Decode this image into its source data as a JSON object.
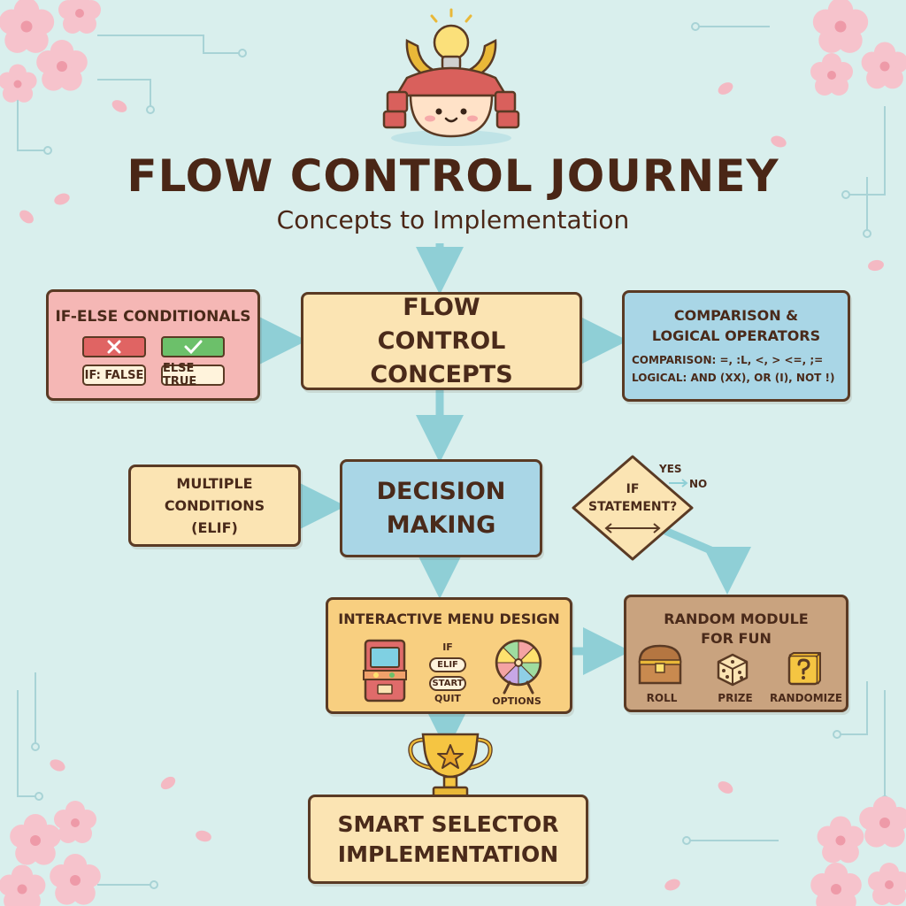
{
  "header": {
    "title": "FLOW CONTROL JOURNEY",
    "subtitle": "Concepts to Implementation"
  },
  "nodes": {
    "if_else": {
      "title": "IF-ELSE CONDITIONALS",
      "if_label": "IF: FALSE",
      "else_label": "ELSE TRUE"
    },
    "concepts": {
      "title": "FLOW CONTROL CONCEPTS"
    },
    "operators": {
      "title": "COMPARISON & LOGICAL OPERATORS",
      "comparison": "COMPARISON: =, :L, <, > <=, ;=",
      "logical": "LOGICAL: AND (XX), OR (I), NOT !)"
    },
    "multiple": {
      "title": "MULTIPLE CONDITIONS (ELIF)"
    },
    "decision": {
      "title": "DECISION MAKING"
    },
    "if_statement": {
      "label": "IF STATEMENT?",
      "yes": "YES",
      "no": "NO"
    },
    "menu": {
      "title": "INTERACTIVE MENU DESIGN",
      "items": [
        "IF",
        "ELIF",
        "START",
        "QUIT"
      ],
      "options_label": "OPTIONS"
    },
    "random": {
      "title": "RANDOM MODULE FOR FUN",
      "labels": [
        "ROLL",
        "PRIZE",
        "RANDOMIZE"
      ]
    },
    "smart": {
      "title": "SMART SELECTOR IMPLEMENTATION"
    }
  },
  "colors": {
    "background": "#d9efed",
    "arrow": "#8fcfd6",
    "outline": "#5a3a24",
    "cream": "#fbe4b3",
    "pink": "#f5b7b5",
    "blue": "#a9d6e6",
    "orange": "#f8cf80",
    "tan": "#c9a37f",
    "blossom": "#f6c3cc"
  },
  "icons": [
    "samurai-helmet-icon",
    "lightbulb-icon",
    "cross-icon",
    "check-icon",
    "arcade-cabinet-icon",
    "prize-wheel-icon",
    "treasure-chest-icon",
    "dice-icon",
    "question-block-icon",
    "trophy-icon",
    "cherry-blossom-icon"
  ]
}
